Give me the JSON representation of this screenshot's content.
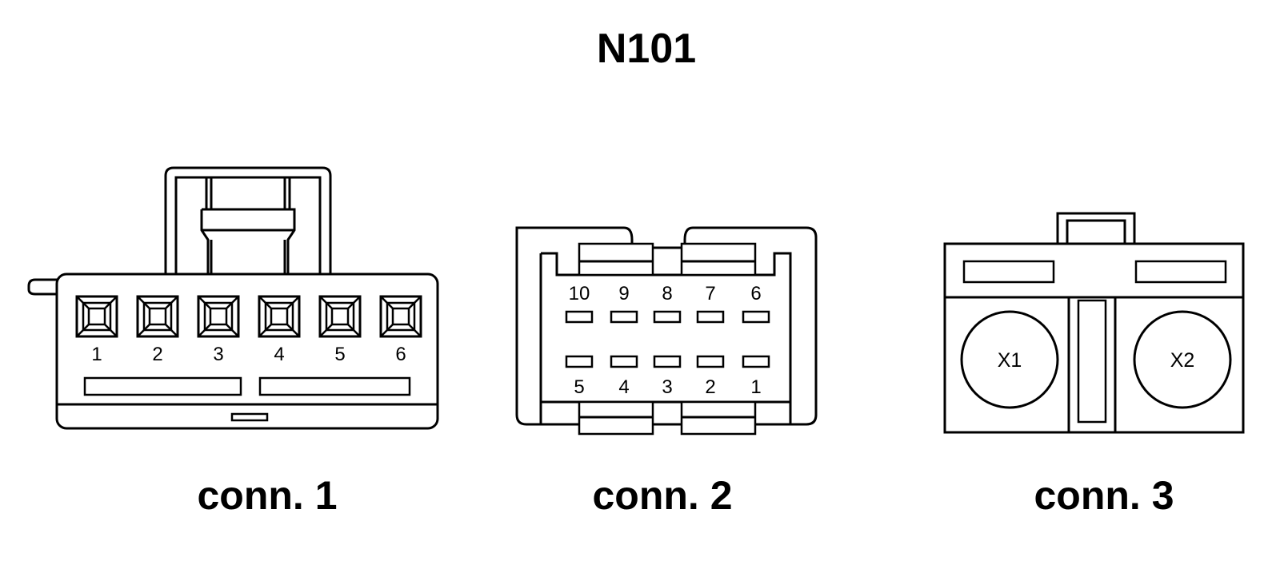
{
  "title": "N101",
  "connectors": {
    "conn1": {
      "caption": "conn. 1",
      "pins": [
        "1",
        "2",
        "3",
        "4",
        "5",
        "6"
      ]
    },
    "conn2": {
      "caption": "conn. 2",
      "top_pins": [
        "10",
        "9",
        "8",
        "7",
        "6"
      ],
      "bottom_pins": [
        "5",
        "4",
        "3",
        "2",
        "1"
      ]
    },
    "conn3": {
      "caption": "conn. 3",
      "terminals": [
        "X1",
        "X2"
      ]
    }
  }
}
